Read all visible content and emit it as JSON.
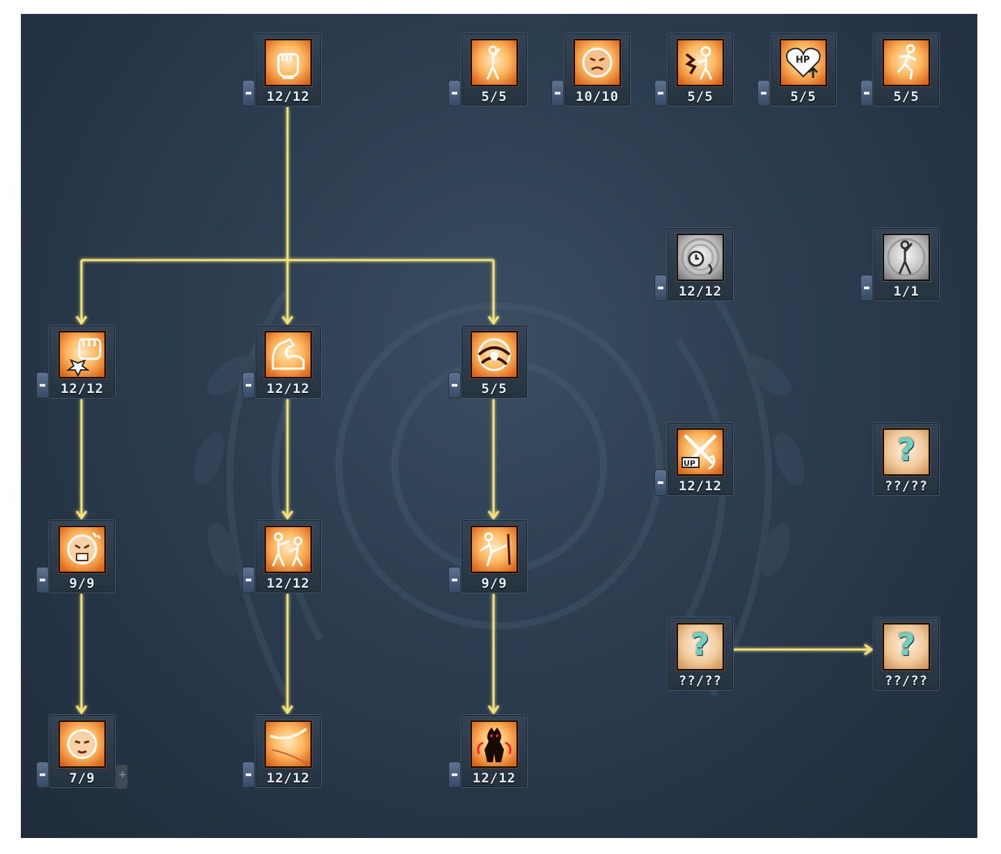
{
  "skill_tree": {
    "nodes": [
      {
        "id": "fist",
        "level": "12/12",
        "icon": "fist-icon",
        "style": "orange",
        "has_minus": true,
        "has_plus": false
      },
      {
        "id": "stance",
        "level": "5/5",
        "icon": "stance-figure-icon",
        "style": "orange",
        "has_minus": true,
        "has_plus": false
      },
      {
        "id": "rage-face",
        "level": "10/10",
        "icon": "angry-face-icon",
        "style": "orange",
        "has_minus": true,
        "has_plus": false
      },
      {
        "id": "burst",
        "level": "5/5",
        "icon": "burst-figure-icon",
        "style": "orange",
        "has_minus": true,
        "has_plus": false
      },
      {
        "id": "hp-up",
        "level": "5/5",
        "icon": "hp-heart-up-icon",
        "style": "orange",
        "has_minus": true,
        "has_plus": false
      },
      {
        "id": "run",
        "level": "5/5",
        "icon": "running-figure-icon",
        "style": "orange",
        "has_minus": true,
        "has_plus": false
      },
      {
        "id": "timer",
        "level": "12/12",
        "icon": "stopwatch-icon",
        "style": "gray",
        "has_minus": true,
        "has_plus": false
      },
      {
        "id": "aura-stance",
        "level": "1/1",
        "icon": "aura-figure-icon",
        "style": "gray",
        "has_minus": true,
        "has_plus": false
      },
      {
        "id": "star-fist",
        "level": "12/12",
        "icon": "star-fist-icon",
        "style": "orange",
        "has_minus": true,
        "has_plus": false
      },
      {
        "id": "flex",
        "level": "12/12",
        "icon": "flexed-arm-icon",
        "style": "orange",
        "has_minus": true,
        "has_plus": false
      },
      {
        "id": "whirl",
        "level": "5/5",
        "icon": "whirlwind-icon",
        "style": "orange",
        "has_minus": true,
        "has_plus": false
      },
      {
        "id": "blade-up",
        "level": "12/12",
        "icon": "crossed-swords-up-icon",
        "style": "orange",
        "has_minus": true,
        "has_plus": false
      },
      {
        "id": "mystery-1",
        "level": "??/??",
        "icon": "question-mark-icon",
        "style": "mystery",
        "has_minus": false,
        "has_plus": false
      },
      {
        "id": "shout",
        "level": "9/9",
        "icon": "shouting-face-icon",
        "style": "orange",
        "has_minus": true,
        "has_plus": false
      },
      {
        "id": "duel",
        "level": "12/12",
        "icon": "sparring-figures-icon",
        "style": "orange",
        "has_minus": true,
        "has_plus": false
      },
      {
        "id": "kick",
        "level": "9/9",
        "icon": "kicking-figure-icon",
        "style": "orange",
        "has_minus": true,
        "has_plus": false
      },
      {
        "id": "mystery-2",
        "level": "??/??",
        "icon": "question-mark-icon",
        "style": "mystery",
        "has_minus": false,
        "has_plus": false
      },
      {
        "id": "mystery-3",
        "level": "??/??",
        "icon": "question-mark-icon",
        "style": "mystery",
        "has_minus": false,
        "has_plus": false
      },
      {
        "id": "calm-face",
        "level": "7/9",
        "icon": "calm-face-icon",
        "style": "orange",
        "has_minus": true,
        "has_plus": true
      },
      {
        "id": "slash",
        "level": "12/12",
        "icon": "slash-mark-icon",
        "style": "orange",
        "has_minus": true,
        "has_plus": false
      },
      {
        "id": "demon",
        "level": "12/12",
        "icon": "dark-demon-icon",
        "style": "orange",
        "has_minus": true,
        "has_plus": false
      }
    ]
  },
  "colors": {
    "connector": "#f3e27a",
    "panel_bg": "#2c3c4f",
    "level_text": "#e8eef5"
  }
}
